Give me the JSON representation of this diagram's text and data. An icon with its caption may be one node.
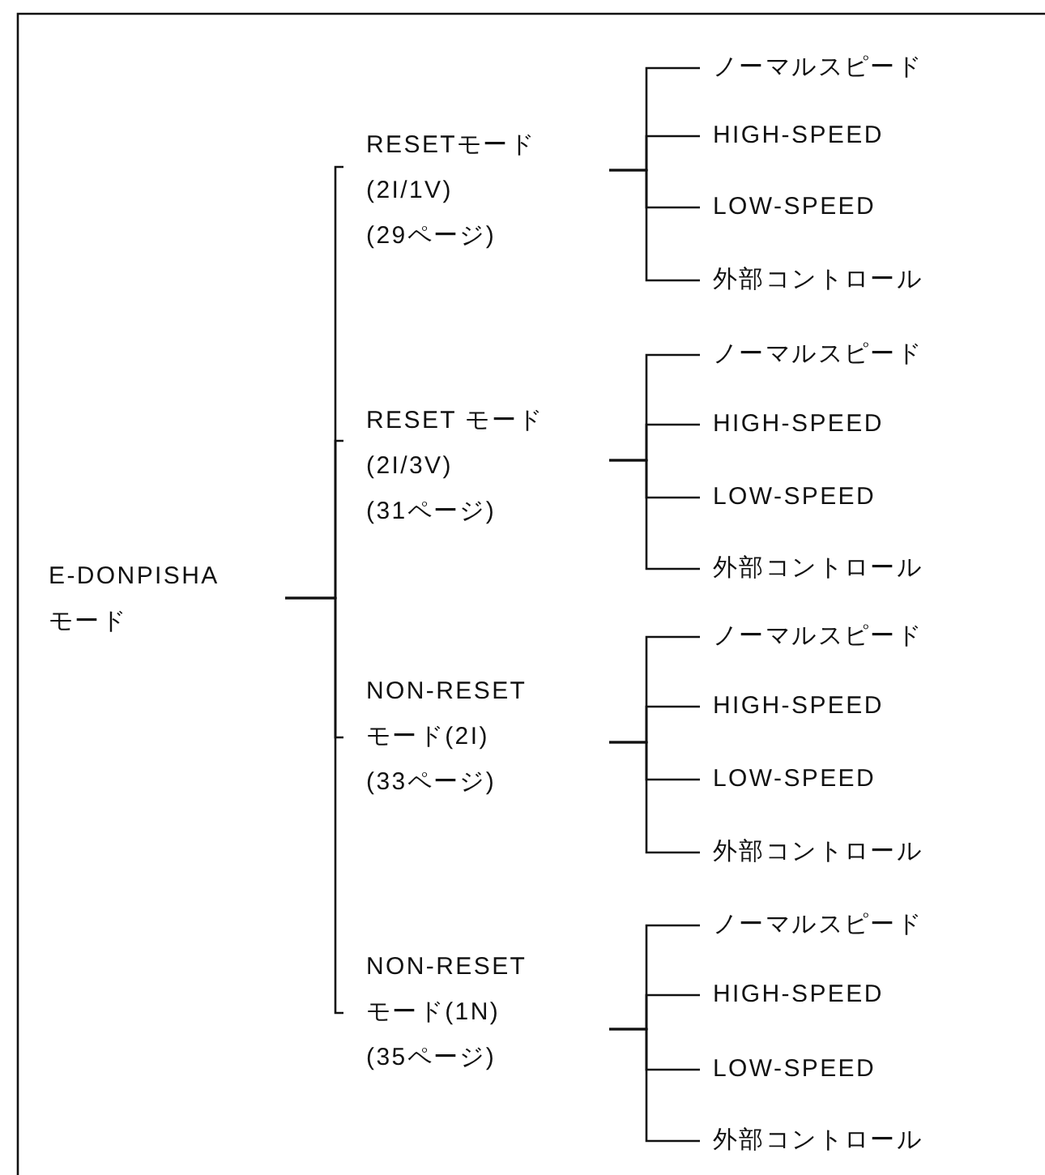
{
  "diagram": {
    "nodes": [
      {
        "text": [
          "E-DONPISHA",
          "モード"
        ]
      },
      {
        "text": [
          "RESETモード",
          "(2I/1V)",
          "(29ページ)"
        ]
      },
      {
        "text": [
          "RESET モード",
          "(2I/3V)",
          "(31ページ)"
        ]
      },
      {
        "text": [
          "NON-RESET",
          "モード(2I)",
          "(33ページ)"
        ]
      },
      {
        "text": [
          "NON-RESET",
          "モード(1N)",
          "(35ページ)"
        ]
      },
      {
        "text": [
          "ノーマルスピード"
        ]
      },
      {
        "text": [
          "HIGH-SPEED"
        ]
      },
      {
        "text": [
          "LOW-SPEED"
        ]
      },
      {
        "text": [
          "外部コントロール"
        ]
      },
      {
        "text": [
          "ノーマルスピード"
        ]
      },
      {
        "text": [
          "HIGH-SPEED"
        ]
      },
      {
        "text": [
          "LOW-SPEED"
        ]
      },
      {
        "text": [
          "外部コントロール"
        ]
      },
      {
        "text": [
          "ノーマルスピード"
        ]
      },
      {
        "text": [
          "HIGH-SPEED"
        ]
      },
      {
        "text": [
          "LOW-SPEED"
        ]
      },
      {
        "text": [
          "外部コントロール"
        ]
      },
      {
        "text": [
          "ノーマルスピード"
        ]
      },
      {
        "text": [
          "HIGH-SPEED"
        ]
      },
      {
        "text": [
          "LOW-SPEED"
        ]
      },
      {
        "text": [
          "外部コントロール"
        ]
      }
    ],
    "edges": [
      {
        "from": 0,
        "to": 1,
        "arrow": "none"
      },
      {
        "from": 0,
        "to": 2,
        "arrow": "none"
      },
      {
        "from": 0,
        "to": 3,
        "arrow": "none"
      },
      {
        "from": 0,
        "to": 4,
        "arrow": "none"
      },
      {
        "from": 1,
        "to": 5,
        "arrow": "none"
      },
      {
        "from": 1,
        "to": 6,
        "arrow": "none"
      },
      {
        "from": 1,
        "to": 7,
        "arrow": "none"
      },
      {
        "from": 1,
        "to": 8,
        "arrow": "none"
      },
      {
        "from": 2,
        "to": 9,
        "arrow": "none"
      },
      {
        "from": 2,
        "to": 10,
        "arrow": "none"
      },
      {
        "from": 2,
        "to": 11,
        "arrow": "none"
      },
      {
        "from": 2,
        "to": 12,
        "arrow": "none"
      },
      {
        "from": 3,
        "to": 13,
        "arrow": "none"
      },
      {
        "from": 3,
        "to": 14,
        "arrow": "none"
      },
      {
        "from": 3,
        "to": 15,
        "arrow": "none"
      },
      {
        "from": 3,
        "to": 16,
        "arrow": "none"
      },
      {
        "from": 4,
        "to": 17,
        "arrow": "none"
      },
      {
        "from": 4,
        "to": 18,
        "arrow": "none"
      },
      {
        "from": 4,
        "to": 19,
        "arrow": "none"
      },
      {
        "from": 4,
        "to": 20,
        "arrow": "none"
      }
    ]
  }
}
